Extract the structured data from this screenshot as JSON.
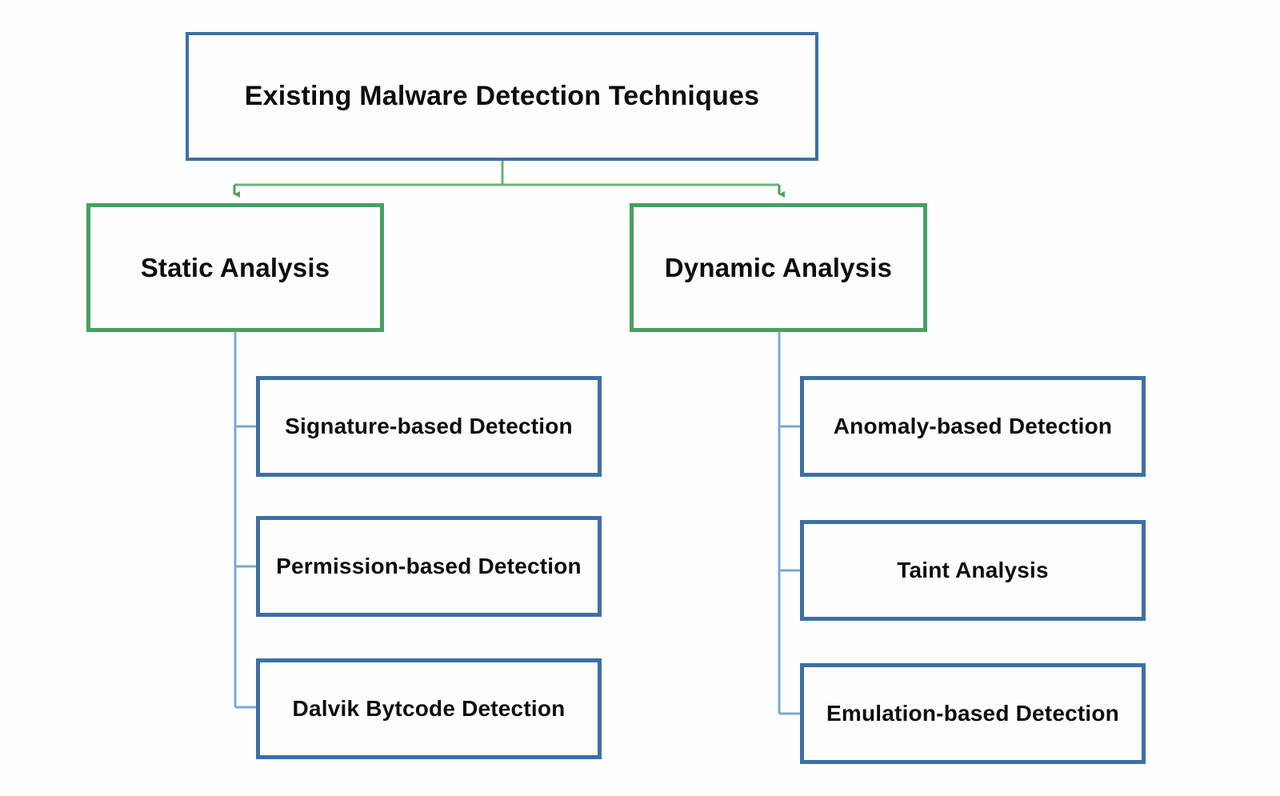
{
  "diagram": {
    "title": "Existing Malware Detection Techniques",
    "colors": {
      "root_border": "#3c6fa8",
      "branch_border": "#4a9e63",
      "leaf_border": "#3c6fa8",
      "root_connector": "#7ab87f",
      "branch_connector": "#7aa9d6",
      "background": "#ffffff",
      "text": "#0d0d0d"
    },
    "root": {
      "label": "Existing Malware Detection Techniques"
    },
    "branches": [
      {
        "label": "Static Analysis",
        "children": [
          {
            "label": "Signature-based Detection"
          },
          {
            "label": "Permission-based Detection"
          },
          {
            "label": "Dalvik Bytcode Detection"
          }
        ]
      },
      {
        "label": "Dynamic Analysis",
        "children": [
          {
            "label": "Anomaly-based Detection"
          },
          {
            "label": "Taint Analysis"
          },
          {
            "label": "Emulation-based Detection"
          }
        ]
      }
    ]
  }
}
